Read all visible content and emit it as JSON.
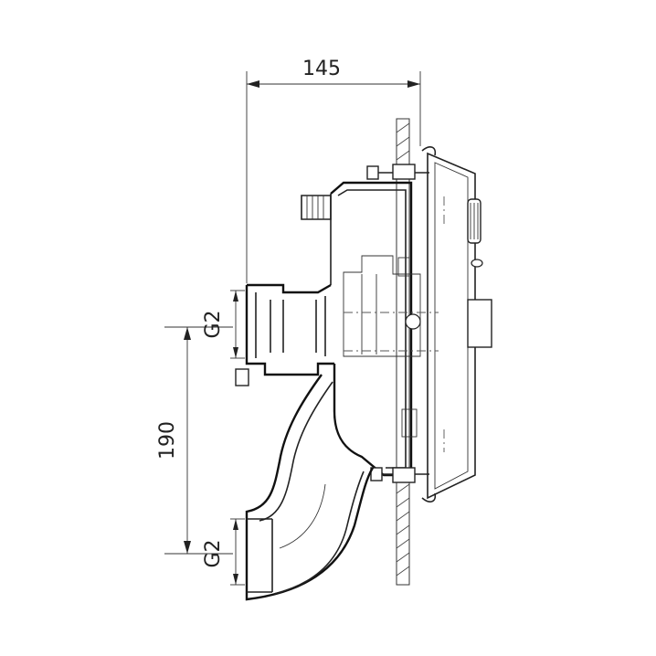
{
  "dimensions": {
    "width_label": "145",
    "height_label": "190",
    "thread_top_label": "G2",
    "thread_bottom_label": "G2"
  }
}
